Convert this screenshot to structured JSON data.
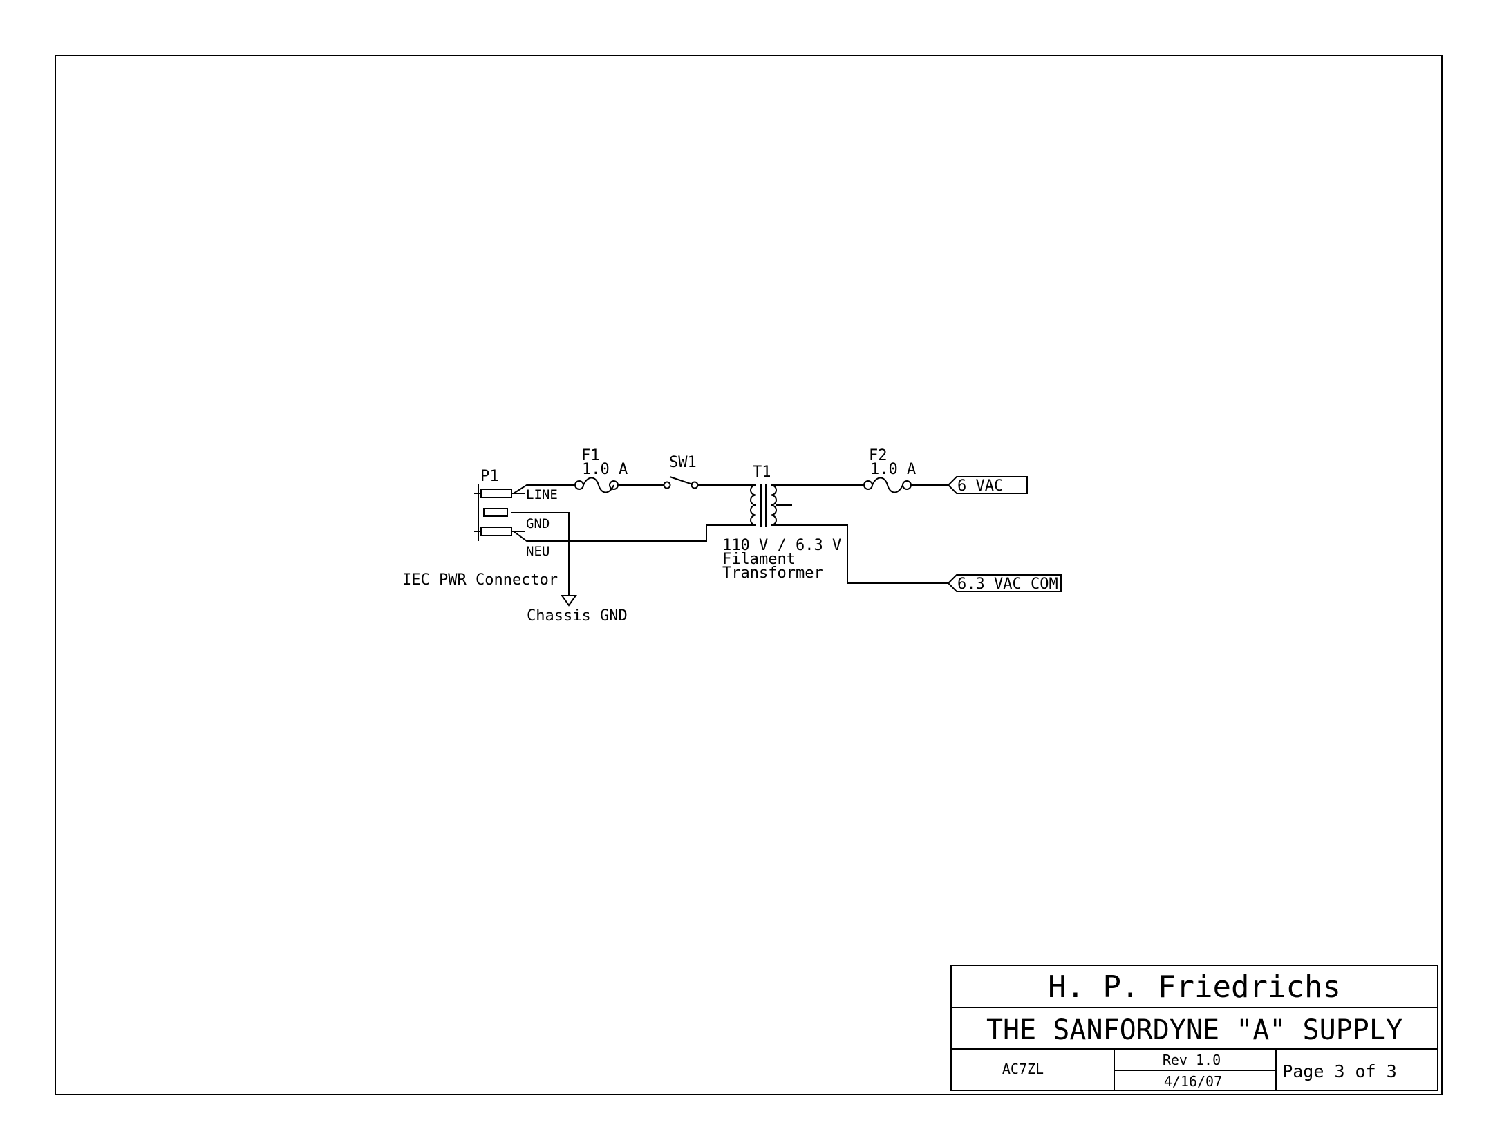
{
  "connector": {
    "ref": "P1",
    "name": "IEC PWR Connector",
    "pins": {
      "line": "LINE",
      "gnd": "GND",
      "neu": "NEU"
    }
  },
  "fuse1": {
    "ref": "F1",
    "value": "1.0 A"
  },
  "switch1": {
    "ref": "SW1"
  },
  "transformer": {
    "ref": "T1",
    "line1": "110 V / 6.3 V",
    "line2": "Filament",
    "line3": "Transformer"
  },
  "fuse2": {
    "ref": "F2",
    "value": "1.0 A"
  },
  "ground": {
    "label": "Chassis GND"
  },
  "ports": {
    "out_hot": "6 VAC",
    "out_com": "6.3 VAC COM"
  },
  "title_block": {
    "author": "H. P. Friedrichs",
    "title": "THE SANFORDYNE \"A\" SUPPLY",
    "callsign": "AC7ZL",
    "rev": "Rev 1.0",
    "date": "4/16/07",
    "page": "Page 3 of 3"
  },
  "colors": {
    "ink": "#000000",
    "paper": "#ffffff"
  }
}
